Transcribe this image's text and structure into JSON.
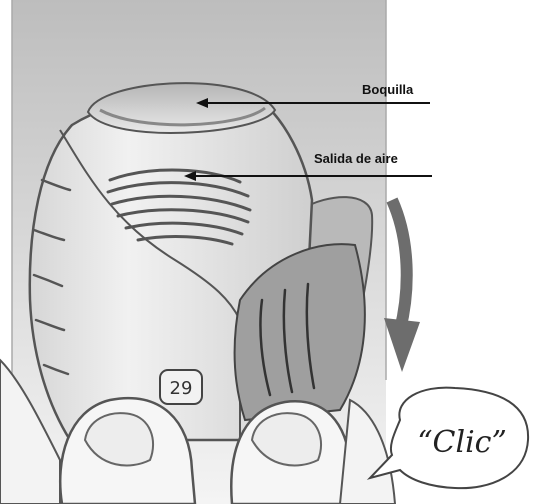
{
  "labels": {
    "mouthpiece": "Boquilla",
    "air_outlet": "Salida de aire"
  },
  "counter": "29",
  "sound": "“Clic”",
  "colors": {
    "background_top": "#c9c9c9",
    "device_body": "#e7e7e7",
    "outline": "#555555",
    "arrow": "#6d6d6d"
  }
}
